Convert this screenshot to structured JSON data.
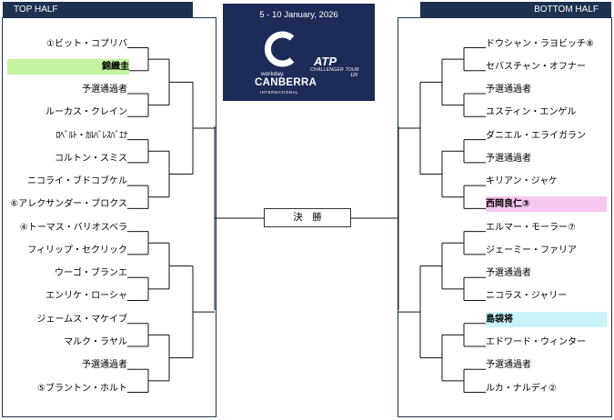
{
  "top_half_label": "TOP HALF",
  "bottom_half_label": "BOTTOM HALF",
  "logo": {
    "dates": "5 - 10 January, 2026",
    "sponsor": "workday.",
    "event": "CANBERRA",
    "event_sub": "INTERNATIONAL",
    "tour": "ATP",
    "tour_sub": "CHALLENGER TOUR",
    "level": "125"
  },
  "final_label": "決　勝",
  "top_half": [
    "①ビット・コプリバ",
    "錦織圭",
    "予選通過者",
    "ルーカス・クレイン",
    "ﾛﾍﾞﾙﾄ・ｶﾙﾊﾞﾚｽﾊﾞｴﾅ",
    "コルトン・スミス",
    "ニコライ・ブドコブケル",
    "⑥アレクサンダー・ブロクス",
    "④トーマス・バリオスベラ",
    "フィリップ・セクリック",
    "ウーゴ・ブランエ",
    "エンリケ・ローシャ",
    "ジェームス・マケイブ",
    "マルク・ラヤル",
    "予選通過者",
    "⑤ブラントン・ホルト"
  ],
  "bottom_half": [
    "ドウシャン・ラヨビッチ⑧",
    "セバスチャン・オフナー",
    "予選通過者",
    "ユスティン・エンゲル",
    "ダニエル・エライガラン",
    "予選通過者",
    "キリアン・ジャケ",
    "西岡良仁③",
    "エルマー・モーラー⑦",
    "ジェーミー・ファリア",
    "予選通過者",
    "ニコラス・ジャリー",
    "島袋将",
    "エドワード・ウィンター",
    "予選通過者",
    "ルカ・ナルディ②"
  ],
  "colors": {
    "navy": "#1f3150",
    "green_highlight": "#c3f3a0",
    "pink_highlight": "#f7c7ee",
    "cyan_highlight": "#c9f4f7"
  }
}
